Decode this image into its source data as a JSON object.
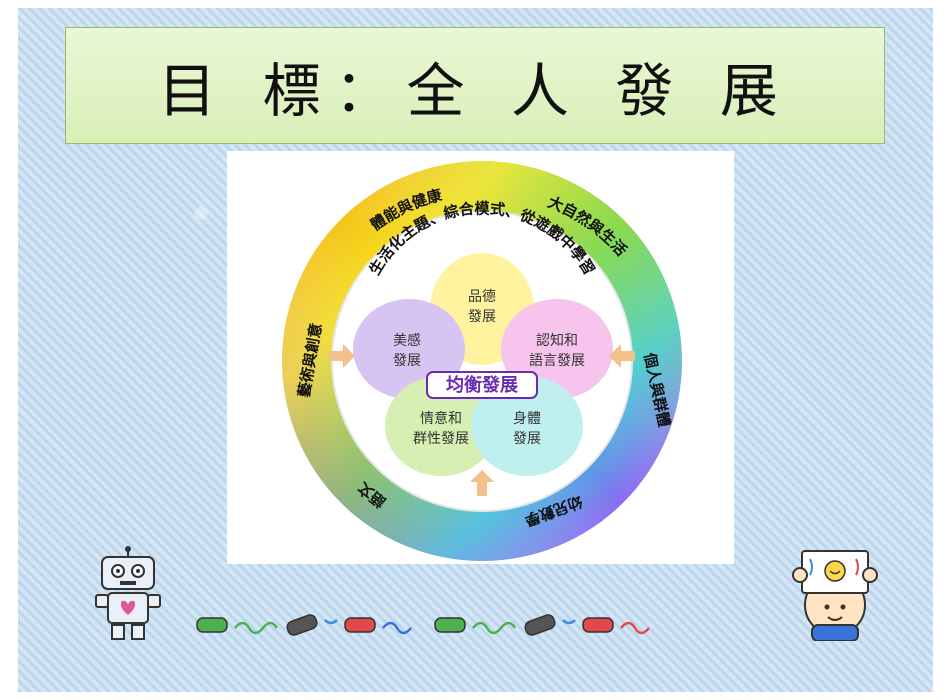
{
  "title": "目 標：全 人 發 展",
  "diagram": {
    "center": "均衡發展",
    "inner_arc": "生活化主題、綜合模式、從遊戲中學習",
    "petals": {
      "morality": [
        "品德",
        "發展"
      ],
      "aesthetic": [
        "美感",
        "發展"
      ],
      "cognitive": [
        "認知和",
        "語言發展"
      ],
      "affective": [
        "情意和",
        "群性發展"
      ],
      "physical": [
        "身體",
        "發展"
      ]
    },
    "outer_labels": {
      "fitness": "體能與健康",
      "nature": "大自然與生活",
      "arts": "藝術與創意",
      "self": "個人與群體",
      "language": "語文",
      "numeracy": "幼兒數學"
    }
  },
  "colors": {
    "title_bg": "#dff2c4",
    "petal_morality": "#fff3a0",
    "petal_aesthetic": "#d8c4f2",
    "petal_cognitive": "#f6c4ec",
    "petal_affective": "#d6efb2",
    "petal_physical": "#bff0ef",
    "center_text": "#6a2bb3"
  }
}
